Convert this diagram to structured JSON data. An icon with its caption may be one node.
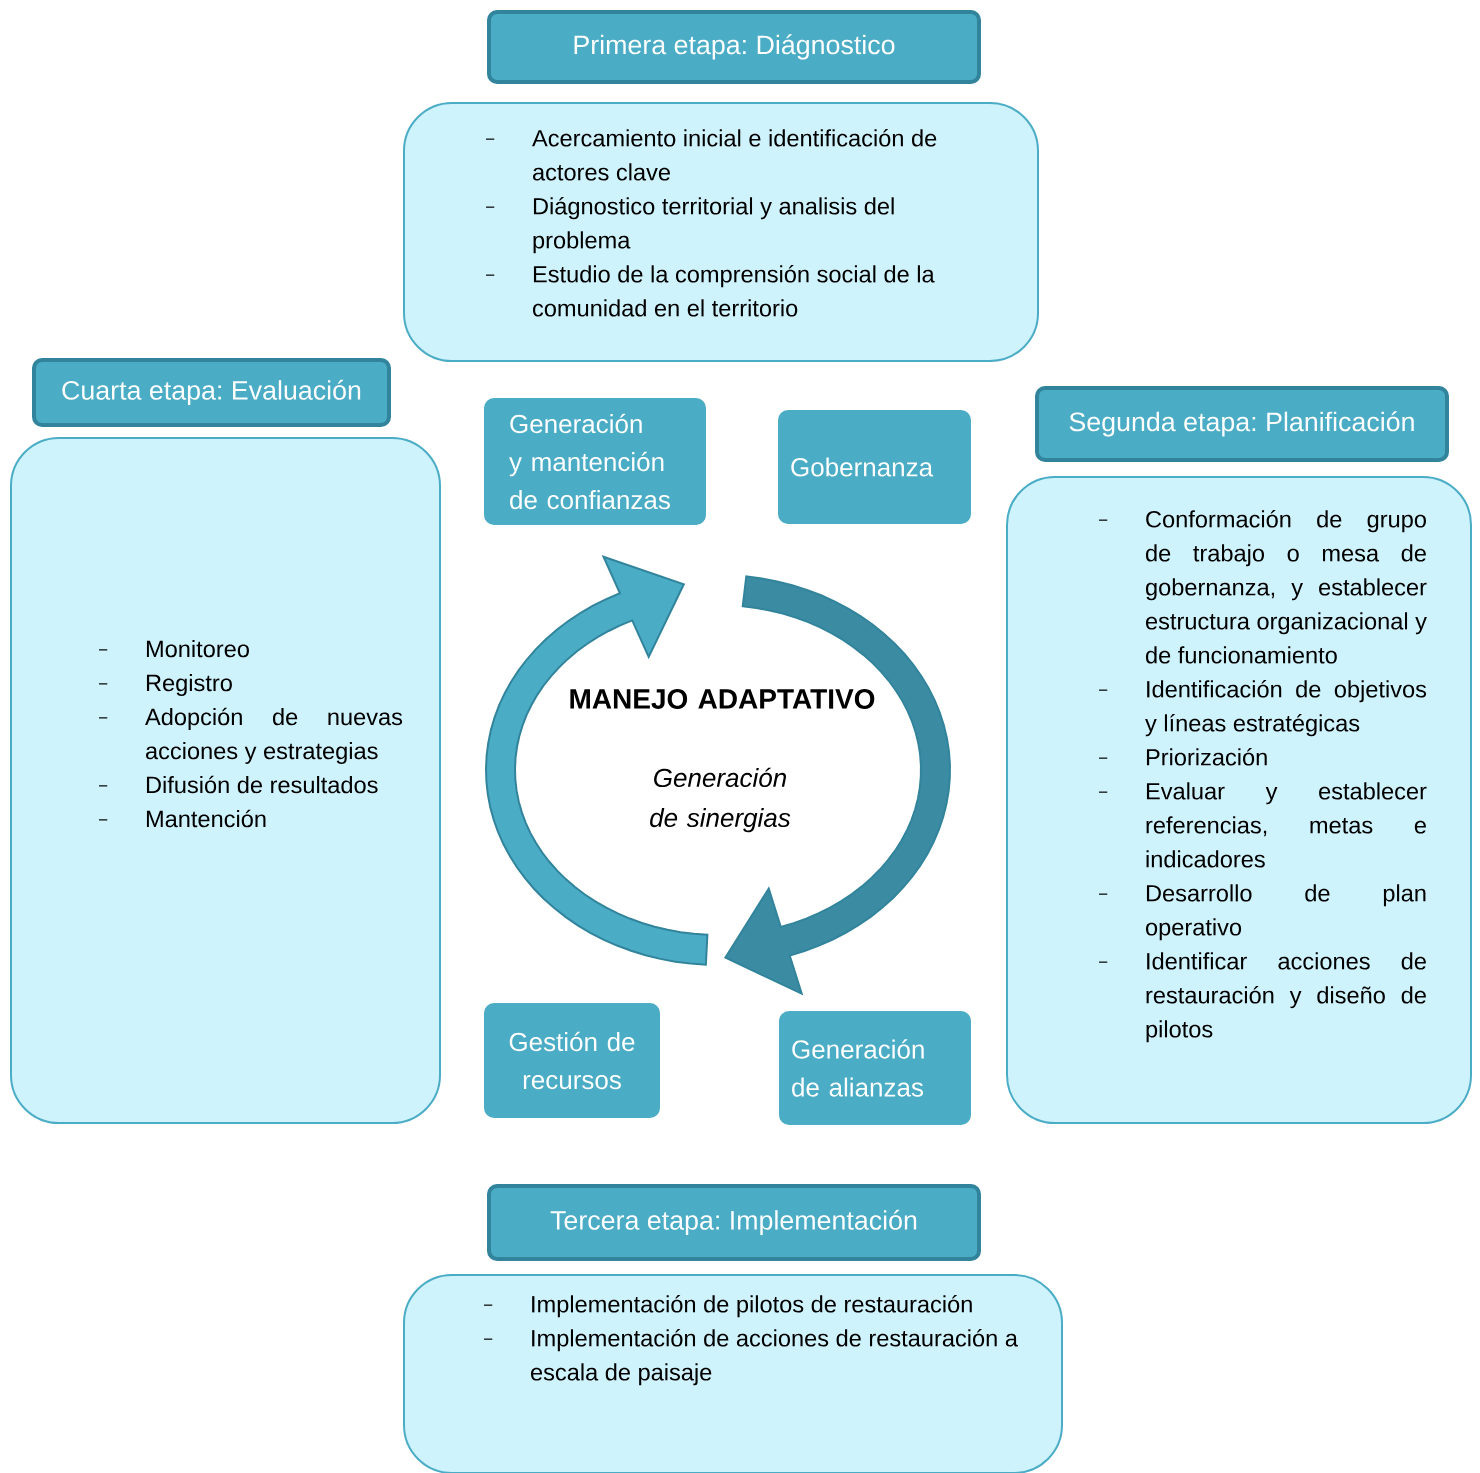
{
  "diagram": {
    "nodes": [
      {
        "text": [
          "Primera etapa: Diágnostico"
        ]
      },
      {
        "text": [
          "Acercamiento inicial e identificación de actores clave",
          "Diágnostico territorial y analisis del problema",
          "Estudio de la comprensión social de la comunidad en el territorio"
        ]
      },
      {
        "text": [
          "Cuarta etapa: Evaluación"
        ]
      },
      {
        "text": [
          "Monitoreo",
          "Registro",
          "Adopción de nuevas acciones y estrategias",
          "Difusión de resultados",
          "Mantención"
        ]
      },
      {
        "text": [
          "Segunda etapa: Planificación"
        ]
      },
      {
        "text": [
          "Conformación de grupo de trabajo o mesa de gobernanza, y establecer estructura organizacional y de funcionamiento",
          "Identificación de objetivos y líneas estratégicas",
          "Priorización",
          "Evaluar y establecer referencias, metas e indicadores",
          "Desarrollo de plan operativo",
          "Identificar acciones de restauración y diseño de pilotos"
        ]
      },
      {
        "text": [
          "Generación y mantención de confianzas"
        ]
      },
      {
        "text": [
          "Gobernanza"
        ]
      },
      {
        "text": [
          "Gestión de recursos"
        ]
      },
      {
        "text": [
          "Generación de alianzas"
        ]
      },
      {
        "text": [
          "Tercera etapa: Implementación"
        ]
      },
      {
        "text": [
          "Implementación de pilotos de restauración",
          "Implementación de acciones de restauración a escala de paisaje"
        ]
      }
    ],
    "edges": [
      {
        "from": 8,
        "to": 6,
        "arrow": "to"
      },
      {
        "from": 7,
        "to": 9,
        "arrow": "to",
        "color": "#3b8ca2"
      }
    ],
    "labels": [
      "MANEJO ADAPTATIVO",
      "Generación de sinergias"
    ]
  }
}
